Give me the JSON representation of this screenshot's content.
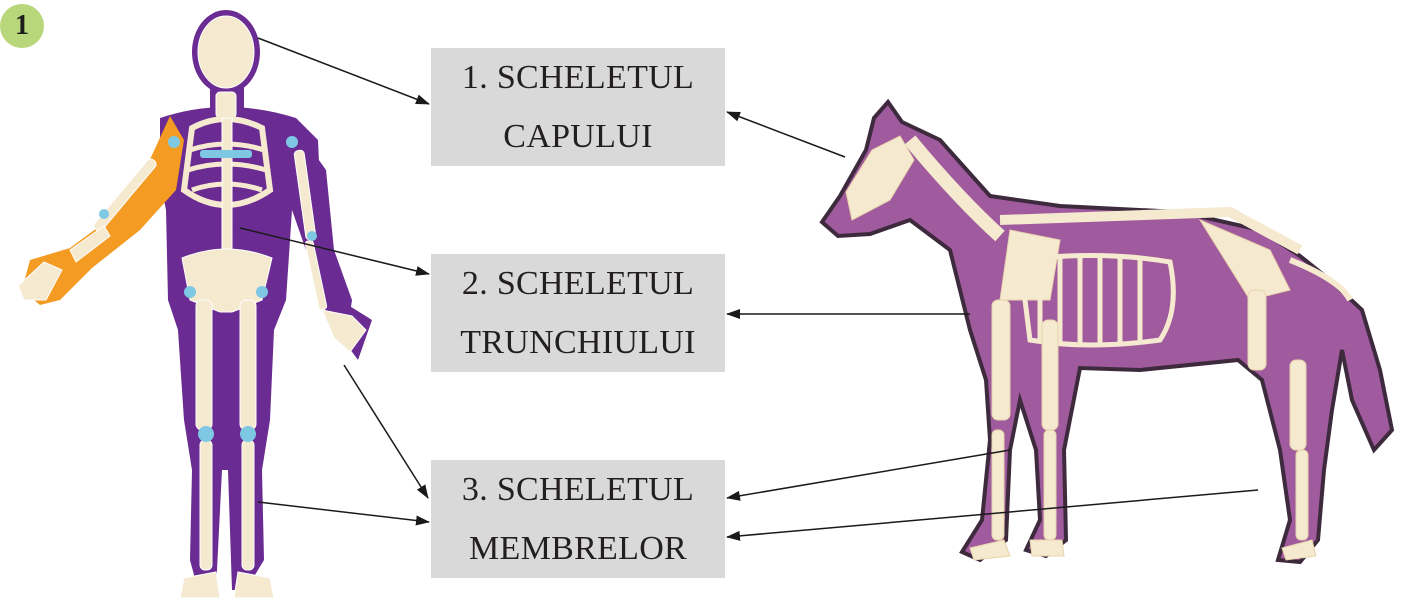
{
  "badge": "1",
  "labels": [
    {
      "line1": "1. SCHELETUL",
      "line2": "CAPULUI"
    },
    {
      "line1": "2. SCHELETUL",
      "line2": "TRUNCHIULUI"
    },
    {
      "line1": "3. SCHELETUL",
      "line2": "MEMBRELOR"
    }
  ],
  "colors": {
    "box": "#d9d9d9",
    "badge": "#b7d77a",
    "human_body": "#6a2b92",
    "human_arm": "#f39b22",
    "horse_body": "#a05a9e",
    "bone": "#f5e9cf",
    "joint": "#7ec8e3"
  }
}
